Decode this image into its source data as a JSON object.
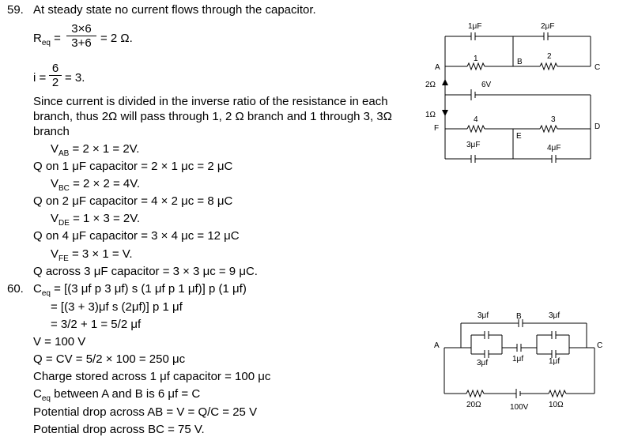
{
  "q59": {
    "number": "59.",
    "title": "At steady state no current flows through the capacitor.",
    "req_label": "R",
    "req_sub": "eq",
    "req_eq": "=",
    "req_num": "3×6",
    "req_den": "3+6",
    "req_result": "= 2 Ω.",
    "i_label": "i =",
    "i_num": "6",
    "i_den": "2",
    "i_result": "= 3.",
    "para_1": "Since current is divided in the inverse ratio of the resistance in each",
    "para_2": "branch, thus 2Ω will pass through 1, 2 Ω branch and 1 through 3, 3Ω",
    "para_3": "branch",
    "vab_v": "V",
    "vab_sub": "AB",
    "vab_rest": " = 2 × 1 = 2V.",
    "q1": "Q on 1 μF capacitor = 2 × 1 μc = 2 μC",
    "vbc_v": "V",
    "vbc_sub": "BC",
    "vbc_rest": " = 2 × 2 = 4V.",
    "q2": "Q on 2 μF capacitor = 4 × 2 μc = 8 μC",
    "vde_v": "V",
    "vde_sub": "DE",
    "vde_rest": " = 1 × 3 = 2V.",
    "q3": "Q on 4 μF capacitor = 3 × 4 μc = 12 μC",
    "vfe_v": "V",
    "vfe_sub": "FE",
    "vfe_rest": " = 3 × 1 = V.",
    "q4": "Q across 3 μF capacitor = 3 × 3 μc = 9 μC."
  },
  "q60": {
    "number": "60.",
    "ceq_c": "C",
    "ceq_sub": "eq",
    "ceq_rest": " = [(3 μf p 3 μf) s (1 μf p 1 μf)] p (1 μf)",
    "step2": "= [(3 + 3)μf s (2μf)] p 1 μf",
    "step3": "= 3/2 + 1 = 5/2 μf",
    "v": "V = 100 V",
    "q": "Q = CV = 5/2 × 100 = 250 μc",
    "charge": "Charge stored across 1 μf capacitor = 100 μc",
    "ceq2_c": "C",
    "ceq2_sub": "eq",
    "ceq2_rest": "  between A and B is 6 μf = C",
    "pd_ab": "Potential drop across AB = V = Q/C = 25 V",
    "pd_bc": "Potential drop across BC = 75 V."
  },
  "circuit1": {
    "c_1uf": "1μF",
    "c_2uf": "2μF",
    "c_3uf": "3μF",
    "c_4uf": "4μF",
    "r_1": "1",
    "r_2": "2",
    "r_3": "3",
    "r_4": "4",
    "n_a": "A",
    "n_b": "B",
    "n_c": "C",
    "n_d": "D",
    "n_e": "E",
    "n_f": "F",
    "battery_6v": "6V",
    "r_2ohm": "2Ω",
    "r_1ohm": "1Ω"
  },
  "circuit2": {
    "c_3uf_tl": "3μf",
    "c_3uf_bl": "3μf",
    "c_3uf_tr": "3μf",
    "c_1uf_m": "1μf",
    "c_1uf_r": "1μf",
    "n_a": "A",
    "n_b": "B",
    "n_c": "C",
    "r_20": "20Ω",
    "v_100": "100V",
    "r_10": "10Ω"
  }
}
